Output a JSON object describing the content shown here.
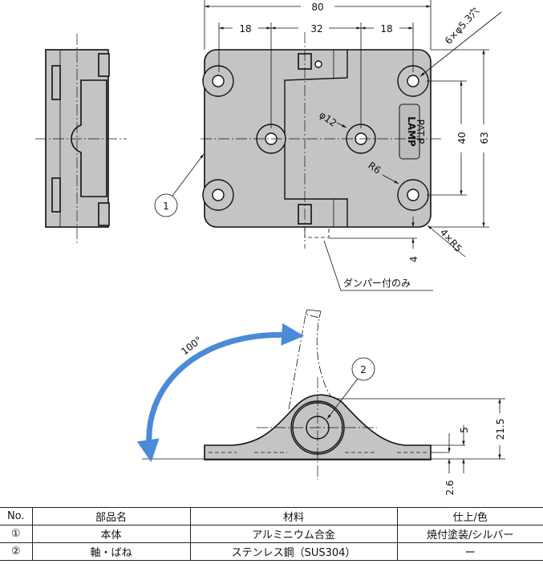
{
  "drawing": {
    "dimensions": {
      "overall_width": "80",
      "hole_pitch_left": "18",
      "hole_pitch_center": "32",
      "hole_pitch_right": "18",
      "holes": "6×φ5.3穴",
      "boss_diameter": "φ12",
      "boss_radius": "R6",
      "vertical_pitch": "40",
      "overall_height": "63",
      "corner_radius": "4×R5",
      "damper_protrusion": "4",
      "open_angle": "100°",
      "total_thickness": "21.5",
      "leaf_thickness": "5",
      "base_thickness": "2.6"
    },
    "logo": {
      "brand": "LAMP",
      "patent": "PAT.P"
    },
    "damper_note": "ダンパー付のみ",
    "callouts": [
      "1",
      "2"
    ],
    "arrow_color": "#4a8ad8"
  },
  "parts_table": {
    "headers": [
      "No.",
      "部品名",
      "材料",
      "仕上/色"
    ],
    "rows": [
      {
        "no": "①",
        "name": "本体",
        "material": "アルミニウム合金",
        "finish": "焼付塗装/シルバー"
      },
      {
        "no": "②",
        "name": "軸・ばね",
        "material": "ステンレス鋼（SUS304）",
        "finish": "ー"
      }
    ]
  }
}
